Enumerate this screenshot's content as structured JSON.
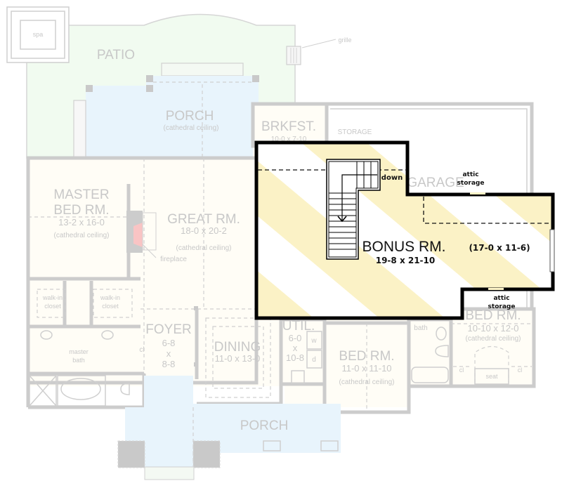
{
  "colors": {
    "patio": "#f1fbf0",
    "porch": "#e8f4fc",
    "interior": "#fffdf6",
    "bonus_stripe": "#fbf2c6",
    "bonus_wall": "#000000",
    "faded_line": "#cccccc",
    "fireplace": "#f9c4c4"
  },
  "rooms": {
    "spa": {
      "name": "spa"
    },
    "patio": {
      "name": "PATIO"
    },
    "grille": {
      "name": "grille"
    },
    "rear_porch": {
      "name": "PORCH",
      "note": "(cathedral ceiling)"
    },
    "breakfast": {
      "name": "BRKFST.",
      "size": "10-0 x 7-10"
    },
    "storage": {
      "name": "STORAGE"
    },
    "garage": {
      "name": "GARAGE"
    },
    "master_bed": {
      "name_1": "MASTER",
      "name_2": "BED RM.",
      "size": "13-2 x 16-0",
      "note": "(cathedral ceiling)"
    },
    "great_room": {
      "name": "GREAT RM.",
      "size": "18-0 x 20-2",
      "note": "(cathedral ceiling)"
    },
    "fireplace": {
      "name": "fireplace"
    },
    "walkin_1": {
      "name_1": "walk-in",
      "name_2": "closet"
    },
    "walkin_2": {
      "name_1": "walk-in",
      "name_2": "closet"
    },
    "master_bath": {
      "name_1": "master",
      "name_2": "bath"
    },
    "foyer": {
      "name": "FOYER",
      "size_1": "6-8",
      "size_2": "x",
      "size_3": "8-8",
      "closet": "cl"
    },
    "dining": {
      "name": "DINING",
      "size": "11-0 x 13-0"
    },
    "utility": {
      "name": "UTIL.",
      "size_1": "6-0",
      "size_2": "x",
      "size_3": "10-8",
      "washer": "w",
      "dryer": "d"
    },
    "bed_2": {
      "name": "BED RM.",
      "size": "11-0 x 11-10",
      "note": "(cathedral ceiling)"
    },
    "bath_2": {
      "name": "bath"
    },
    "bed_3": {
      "name": "BED RM.",
      "size": "10-10 x 12-0",
      "note": "(cathedral ceiling)",
      "closet_left": "cl",
      "closet_right": "cl",
      "seat": "seat"
    },
    "front_porch": {
      "name": "PORCH"
    }
  },
  "bonus": {
    "name": "BONUS RM.",
    "size": "19-8 x 21-10",
    "alt_size": "(17-0 x 11-6)",
    "stair_label": "down",
    "attic_top_1": "attic",
    "attic_top_2": "storage",
    "attic_bottom_1": "attic",
    "attic_bottom_2": "storage"
  }
}
